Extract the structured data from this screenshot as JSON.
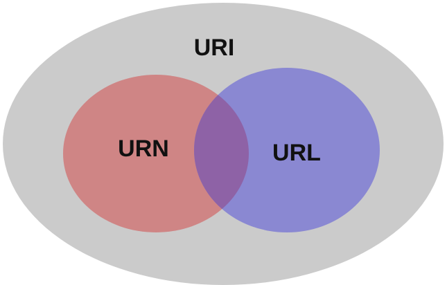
{
  "diagram": {
    "outer": {
      "label": "URI",
      "color": "#cbcbcb"
    },
    "left": {
      "label": "URN",
      "color": "#cf8585"
    },
    "right": {
      "label": "URL",
      "color": "#8a88d2"
    },
    "overlap_color": "#8e62a6",
    "text_color": "#111111"
  }
}
